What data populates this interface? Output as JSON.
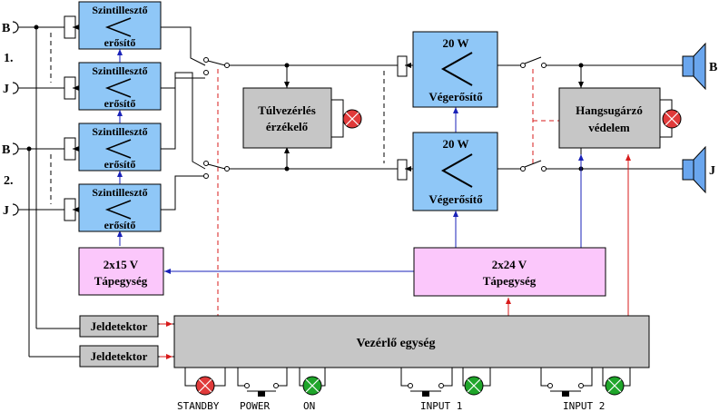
{
  "colors": {
    "amp_blue": "#8fc7f7",
    "gray_block": "#c6c6c6",
    "psu_pink": "#fbc7fb",
    "wire_black": "#000000",
    "wire_blue": "#1a22b8",
    "wire_red": "#d71b1b",
    "led_red": "#e03a3a",
    "led_green": "#1fa52a",
    "speaker_blue": "#6aa6ee"
  },
  "inputs": {
    "b1": "B",
    "j1": "J",
    "b2": "B",
    "j2": "J",
    "group1": "1.",
    "group2": "2."
  },
  "level_amp": {
    "line1": "Szintillesztő",
    "line2": "erősítő"
  },
  "power_amp": {
    "line1": "20 W",
    "line2": "Végerősítő"
  },
  "overload": {
    "line1": "Túlvezérlés",
    "line2": "érzékelő"
  },
  "protection": {
    "line1": "Hangsugárzó",
    "line2": "védelem"
  },
  "psu_small": {
    "line1": "2x15 V",
    "line2": "Tápegység"
  },
  "psu_big": {
    "line1": "2x24 V",
    "line2": "Tápegység"
  },
  "detector": {
    "label1": "Jeldetektor",
    "label2": "Jeldetektor"
  },
  "control_unit": {
    "label": "Vezérlő egység"
  },
  "outputs": {
    "b": "B",
    "j": "J"
  },
  "panel": {
    "standby": "STANDBY",
    "power": "POWER",
    "on": "ON",
    "input1": "INPUT 1",
    "input2": "INPUT 2"
  }
}
